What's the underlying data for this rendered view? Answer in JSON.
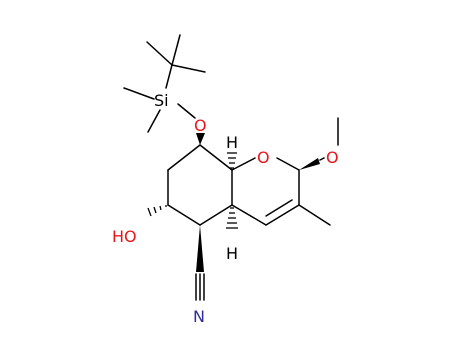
{
  "molecule": {
    "atoms": {
      "si": "Si",
      "o_silyl": "O",
      "o_ring": "O",
      "o_methoxy": "O",
      "hydroxyl": "HO",
      "nitrogen": "N",
      "h_8a": "H",
      "h_4a": "H"
    },
    "colors": {
      "bond": "#000000",
      "oxygen": "#e8161b",
      "nitrogen": "#2e2e9e",
      "silicon": "#000000",
      "hydrogen": "#000000"
    }
  }
}
